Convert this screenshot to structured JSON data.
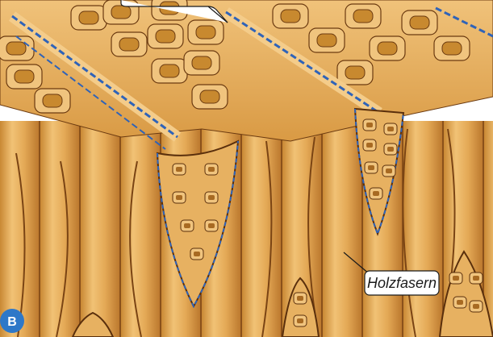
{
  "figure": {
    "panel_label": "B",
    "callouts": [
      {
        "id": "holzfasern",
        "text": "Holzfasern"
      }
    ]
  },
  "colors": {
    "wood_light": "#efbd6c",
    "wood_mid": "#d99a44",
    "wood_dark": "#b8742a",
    "line_dark": "#5a2f0c",
    "lumen": "#c8892f",
    "membrane_blue": "#2f63b8",
    "badge_blue": "#2e78c8"
  }
}
